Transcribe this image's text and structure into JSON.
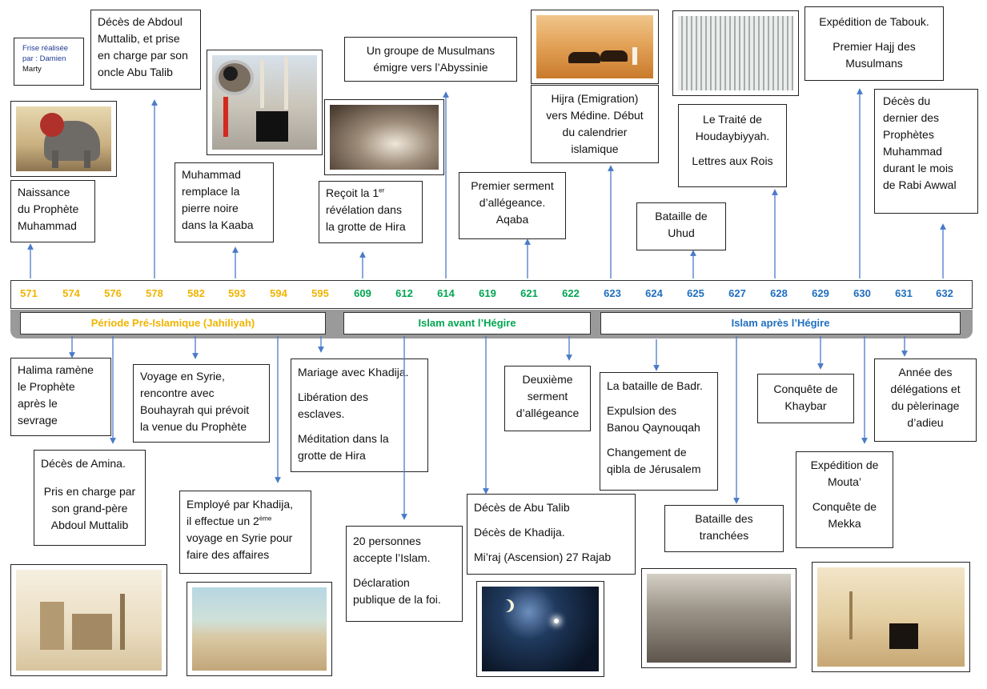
{
  "credit": {
    "line1": "Frise réalisée",
    "line2": "par : Damien",
    "line3": "Marty"
  },
  "colors": {
    "pre": "#f0b400",
    "avant": "#00a651",
    "apres": "#1f6fbf",
    "arrow": "#4a7ac8"
  },
  "years": [
    {
      "label": "571",
      "period": "pre"
    },
    {
      "label": "574",
      "period": "pre"
    },
    {
      "label": "576",
      "period": "pre"
    },
    {
      "label": "578",
      "period": "pre"
    },
    {
      "label": "582",
      "period": "pre"
    },
    {
      "label": "593",
      "period": "pre"
    },
    {
      "label": "594",
      "period": "pre"
    },
    {
      "label": "595",
      "period": "pre"
    },
    {
      "label": "609",
      "period": "avant"
    },
    {
      "label": "612",
      "period": "avant"
    },
    {
      "label": "614",
      "period": "avant"
    },
    {
      "label": "619",
      "period": "avant"
    },
    {
      "label": "621",
      "period": "avant"
    },
    {
      "label": "622",
      "period": "avant"
    },
    {
      "label": "623",
      "period": "apres"
    },
    {
      "label": "624",
      "period": "apres"
    },
    {
      "label": "625",
      "period": "apres"
    },
    {
      "label": "627",
      "period": "apres"
    },
    {
      "label": "628",
      "period": "apres"
    },
    {
      "label": "629",
      "period": "apres"
    },
    {
      "label": "630",
      "period": "apres"
    },
    {
      "label": "631",
      "period": "apres"
    },
    {
      "label": "632",
      "period": "apres"
    }
  ],
  "periods": {
    "pre": "Période Pré-Islamique (Jahiliyah)",
    "avant": "Islam avant l’Hégire",
    "apres": "Islam après l’Hégire"
  },
  "top_events": {
    "naissance": [
      "Naissance",
      "du Prophète",
      "Muhammad"
    ],
    "abdoul": [
      "Décès de Abdoul",
      "Muttalib, et prise",
      "en charge par son",
      "oncle Abu Talib"
    ],
    "pierre": [
      "Muhammad",
      "remplace la",
      "pierre noire",
      "dans la Kaaba"
    ],
    "revelation": {
      "l1a": "Reçoit la 1",
      "l1sup": "er",
      "l2": "révélation dans",
      "l3": "la grotte de Hira"
    },
    "abyssinie": [
      "Un groupe de Musulmans",
      "émigre vers l’Abyssinie"
    ],
    "serment1": [
      "Premier serment",
      "d’allégeance.",
      "Aqaba"
    ],
    "hijra": [
      "Hijra (Emigration)",
      "vers Médine. Début",
      "du calendrier",
      "islamique"
    ],
    "uhud": [
      "Bataille de",
      "Uhud"
    ],
    "houdaybiyyah": {
      "p1a": "Le Traité de",
      "p1b": "Houdaybiyyah.",
      "p2": "Lettres aux Rois"
    },
    "tabouk": {
      "p1": "Expédition de Tabouk.",
      "p2a": "Premier Hajj des",
      "p2b": "Musulmans"
    },
    "deces_prophete": [
      "Décès du",
      "dernier des",
      "Prophètes",
      "Muhammad",
      "durant le mois",
      "de Rabi Awwal"
    ]
  },
  "bottom_events": {
    "halima": [
      "Halima ramène",
      "le Prophète",
      "après le",
      "sevrage"
    ],
    "amina": {
      "p1": "Décès de Amina.",
      "p2a": "Pris en charge par",
      "p2b": "son grand-père",
      "p2c": "Abdoul Muttalib"
    },
    "syrie": [
      "Voyage en Syrie,",
      "rencontre avec",
      "Bouhayrah qui prévoit",
      "la venue du Prophète"
    ],
    "employe": {
      "l1": "Employé par Khadija,",
      "l2a": "il effectue un 2",
      "l2sup": "ème",
      "l3": "voyage en Syrie pour",
      "l4": "faire des affaires"
    },
    "khadija": {
      "p1": "Mariage avec Khadija.",
      "p2a": "Libération des",
      "p2b": "esclaves.",
      "p3a": "Méditation dans la",
      "p3b": "grotte de Hira"
    },
    "vingt": {
      "p1a": "20 personnes",
      "p1b": "accepte l’Islam.",
      "p2a": "Déclaration",
      "p2b": "publique de la foi."
    },
    "serment2": [
      "Deuxième",
      "serment",
      "d’allégeance"
    ],
    "abutalib": {
      "p1": "Décès de Abu Talib",
      "p2": "Décès de Khadija.",
      "p3": "Mi’raj (Ascension) 27 Rajab"
    },
    "badr": {
      "p1": "La bataille de Badr.",
      "p2a": "Expulsion des",
      "p2b": "Banou Qaynouqah",
      "p3a": "Changement de",
      "p3b": "qibla de Jérusalem"
    },
    "tranchees": [
      "Bataille des",
      "tranchées"
    ],
    "khaybar": [
      "Conquête de",
      "Khaybar"
    ],
    "mouta": {
      "p1a": "Expédition de",
      "p1b": "Mouta’",
      "p2a": "Conquête de",
      "p2b": "Mekka"
    },
    "delegations": [
      "Année des",
      "délégations et",
      "du pèlerinage",
      "d’adieu"
    ]
  }
}
